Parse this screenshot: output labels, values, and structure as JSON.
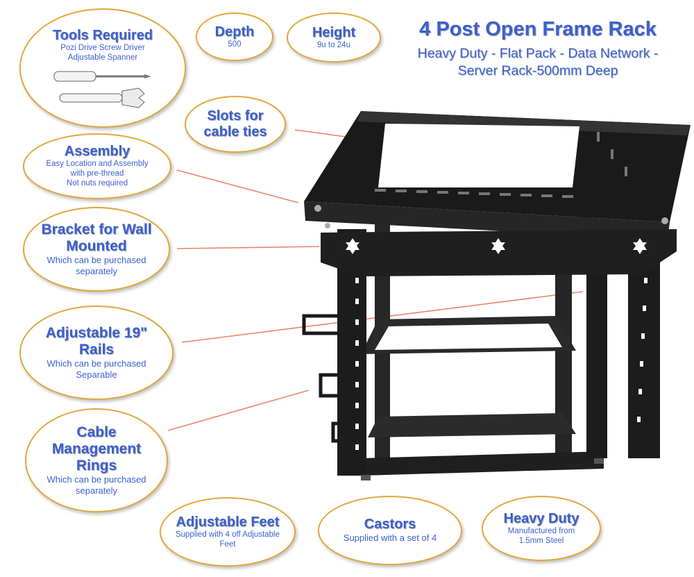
{
  "header": {
    "title": "4 Post Open Frame Rack",
    "subtitle_line1": "Heavy Duty - Flat Pack - Data Network -",
    "subtitle_line2": "Server Rack-500mm Deep"
  },
  "callouts": {
    "tools": {
      "title": "Tools Required",
      "line1": "Pozi Drive Screw Driver",
      "line2": "Adjustable Spanner"
    },
    "depth": {
      "title": "Depth",
      "value": "500"
    },
    "height": {
      "title": "Height",
      "value": "9u to 24u"
    },
    "slots": {
      "title_line1": "Slots for",
      "title_line2": "cable ties"
    },
    "assembly": {
      "title": "Assembly",
      "line1": "Easy Location and Assembly",
      "line2": "with pre-thread",
      "line3": "Not nuts required"
    },
    "bracket": {
      "title_line1": "Bracket for Wall",
      "title_line2": "Mounted",
      "line1": "Which can be purchased",
      "line2": "separately"
    },
    "rails": {
      "title_line1": "Adjustable 19\"",
      "title_line2": "Rails",
      "line1": "Which can be purchased",
      "line2": "Separable"
    },
    "cable_rings": {
      "title_line1": "Cable",
      "title_line2": "Management",
      "title_line3": "Rings",
      "line1": "Which can be purchased",
      "line2": "separately"
    },
    "feet": {
      "title": "Adjustable Feet",
      "line1": "Supplied with 4 off Adjustable",
      "line2": "Feet"
    },
    "castors": {
      "title": "Castors",
      "line1": "Supplied with a set of 4"
    },
    "heavy_duty": {
      "title": "Heavy Duty",
      "line1": "Manufactured from",
      "line2": "1.5mm Steel"
    }
  },
  "colors": {
    "text": "#3a5fd0",
    "oval_border": "#e0a83a",
    "leader_line": "#e8866a",
    "rack": "#1e1e1e"
  },
  "icons": [
    "screwdriver-icon",
    "adjustable-spanner-icon",
    "rack-frame-illustration"
  ]
}
